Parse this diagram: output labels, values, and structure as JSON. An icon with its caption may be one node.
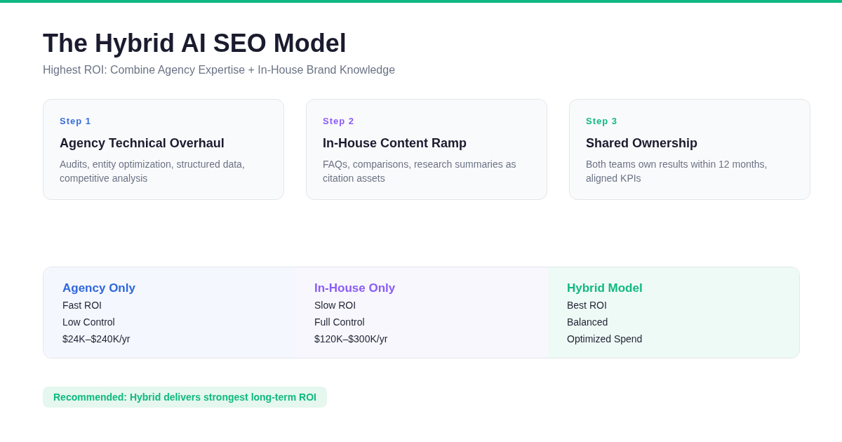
{
  "diagram": {
    "title": "The Hybrid AI SEO Model",
    "nodes": [
      {
        "text": [
          "Step 1",
          "Agency Technical Overhaul",
          "Audits, entity optimization, structured data, competitive analysis"
        ]
      },
      {
        "text": [
          "Step 2",
          "In-House Content Ramp",
          "FAQs, comparisons, research summaries as citation assets"
        ]
      },
      {
        "text": [
          "Step 3",
          "Shared Ownership",
          "Both teams own results within 12 months, aligned KPIs"
        ]
      },
      {
        "text": [],
        "shape": "box"
      },
      {
        "text": [
          "Agency Only",
          "Fast ROI",
          "Low Control",
          "$24K–$240K/yr"
        ],
        "in": 3
      },
      {
        "text": [
          "In-House Only",
          "Slow ROI",
          "Full Control",
          "$120K–$300K/yr"
        ],
        "in": 3
      },
      {
        "text": [
          "Hybrid Model",
          "Best ROI",
          "Balanced",
          "Optimized Spend"
        ],
        "in": 3
      },
      {
        "text": [
          "Recommended: Hybrid delivers strongest long-term ROI"
        ]
      }
    ],
    "labels": [
      "Highest ROI: Combine Agency Expertise + In-House Brand Knowledge"
    ]
  }
}
